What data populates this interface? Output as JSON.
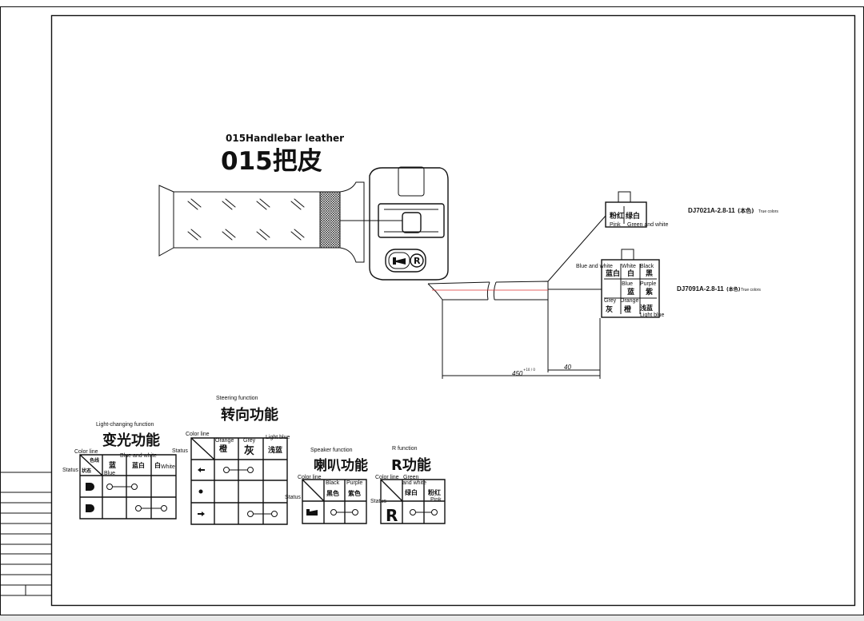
{
  "product": {
    "title_en": "015Handlebar leather",
    "title_cn": "015把皮"
  },
  "connectors": [
    {
      "model": "DJ7021A-2.8-11",
      "note_cn": "(本色)",
      "note_en": "True colors",
      "pins_cn": [
        "粉红",
        "绿白"
      ],
      "pins_en": [
        "Pink",
        "Green and white"
      ]
    },
    {
      "model": "DJ7091A-2.8-11",
      "note_cn": "(本色)",
      "note_en": "True colors",
      "pins_cn": [
        "蓝白",
        "白",
        "黑",
        "",
        "蓝",
        "紫",
        "灰",
        "橙",
        "浅蓝"
      ],
      "pins_en": [
        "Blue and white",
        "White",
        "Black",
        "Blue",
        "Purple",
        "Grey",
        "Orange",
        "Light blue"
      ]
    }
  ],
  "dimensions": {
    "length": "450",
    "tolerance": "+10 / 0",
    "strip": "40"
  },
  "tables": {
    "light": {
      "title_en": "Light-changing function",
      "title_cn": "变光功能",
      "color_line": "Color line",
      "status": "Status",
      "header_cn": [
        "蓝",
        "蓝白",
        "白"
      ],
      "header_en": [
        "Blue",
        "Blue and white",
        "White"
      ],
      "corner_cn": [
        "色线",
        "状态"
      ]
    },
    "steering": {
      "title_en": "Steering function",
      "title_cn": "转向功能",
      "color_line": "Color line",
      "status": "Status",
      "header_cn": [
        "橙",
        "灰",
        "浅蓝"
      ],
      "header_en": [
        "Orange",
        "Grey",
        "Light blue"
      ]
    },
    "speaker": {
      "title_en": "Speaker function",
      "title_cn": "喇叭功能",
      "color_line": "Color line",
      "status": "Status",
      "header_cn": [
        "黑色",
        "紫色"
      ],
      "header_en": [
        "Black",
        "Purple"
      ]
    },
    "r": {
      "title_en": "R function",
      "title_cn": "R功能",
      "color_line": "Color line",
      "status": "Status",
      "header_cn": [
        "绿白",
        "粉红"
      ],
      "header_en": [
        "Green",
        "and white",
        "Pink"
      ],
      "row_symbol": "R"
    }
  },
  "switch_labels": {
    "reverse": "R"
  }
}
